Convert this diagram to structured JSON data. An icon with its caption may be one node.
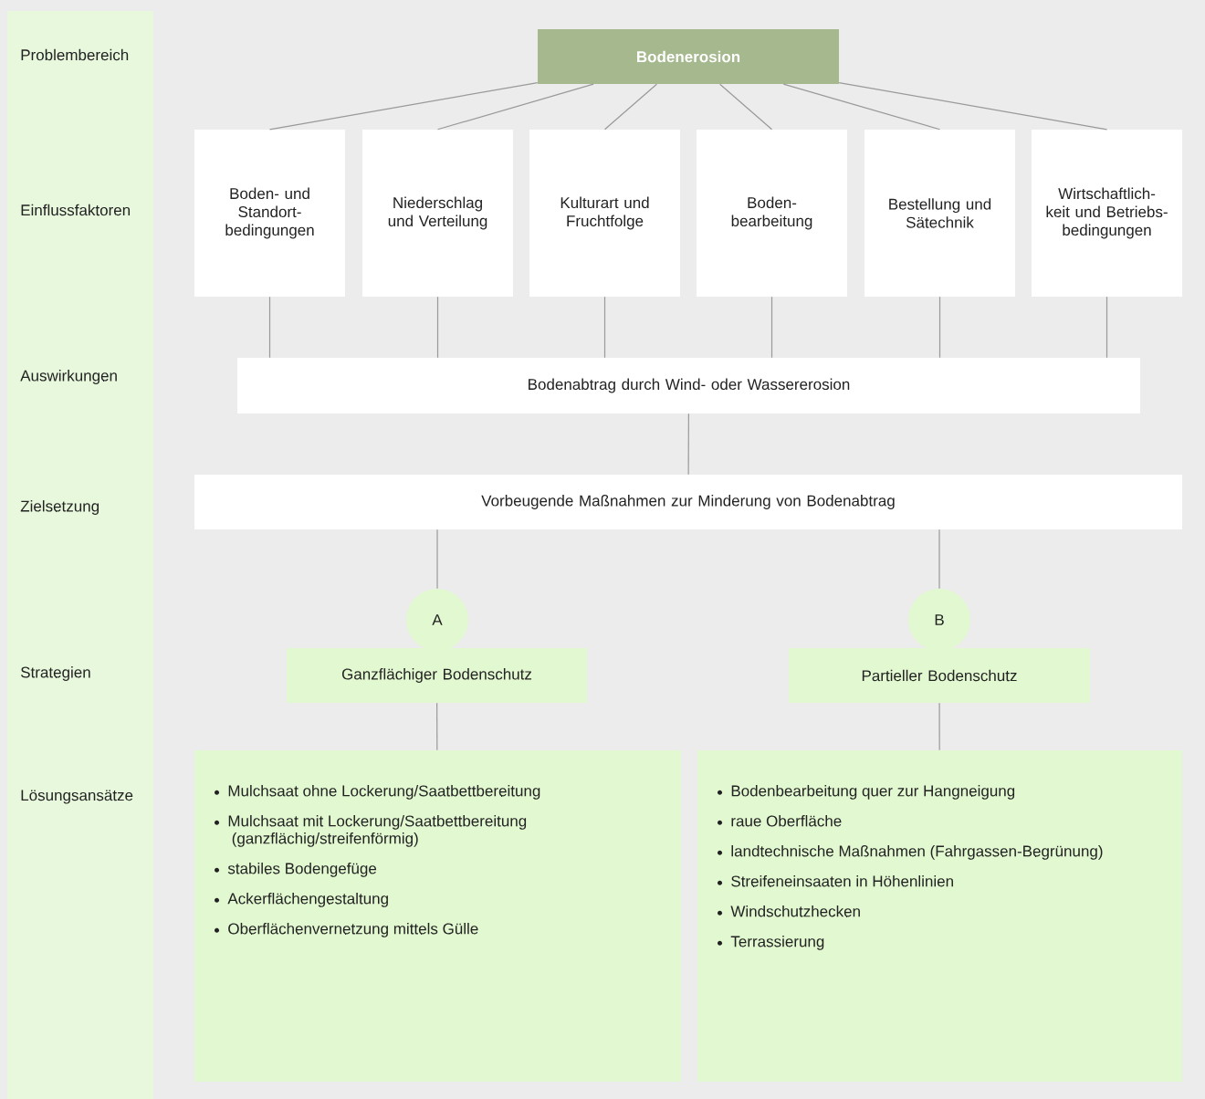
{
  "diagram": {
    "nodes": [
      {
        "text": [
          "Problembereich",
          "Einflussfaktoren",
          "Auswirkungen",
          "Zielsetzung",
          "Strategien",
          "Lösungsansätze"
        ]
      },
      {
        "text": [
          "Bodenerosion"
        ]
      },
      {
        "text": [
          "Boden- und Standort- bedingungen"
        ]
      },
      {
        "text": [
          "Niederschlag und Verteilung"
        ]
      },
      {
        "text": [
          "Kulturart und Fruchtfolge"
        ]
      },
      {
        "text": [
          "Boden- bearbeitung"
        ]
      },
      {
        "text": [
          "Bestellung und Sätechnik"
        ]
      },
      {
        "text": [
          "Wirtschaftlich- keit und Betriebs- bedingungen"
        ]
      },
      {
        "text": [
          "Bodenabtrag durch Wind- oder Wassererosion"
        ]
      },
      {
        "text": [
          "Vorbeugende Maßnahmen zur Minderung von Bodenabtrag"
        ]
      },
      {
        "text": [
          "A"
        ]
      },
      {
        "text": [
          "Ganzflächiger Bodenschutz"
        ]
      },
      {
        "text": [
          "B"
        ]
      },
      {
        "text": [
          "Partieller Bodenschutz"
        ]
      },
      {
        "text": [
          "Mulchsaat ohne Lockerung/Saatbettbereitung",
          "Mulchsaat mit Lockerung/Saatbettbereitung (ganzflächig/streifenförmig)",
          "stabiles Bodengefüge",
          "Ackerflächengestaltung",
          "Oberflächenvernetzung mittels Gülle"
        ]
      },
      {
        "text": [
          "Bodenbearbeitung quer zur Hangneigung",
          "raue Oberfläche",
          "landtechnische Maßnahmen (Fahrgassen-Begrünung)",
          "Streifeneinsaaten in Höhenlinien",
          "Windschutzhecken",
          "Terrassierung"
        ]
      }
    ],
    "edges": [
      {
        "from": 1,
        "to": 2,
        "arrow": "none"
      },
      {
        "from": 1,
        "to": 3,
        "arrow": "none"
      },
      {
        "from": 1,
        "to": 4,
        "arrow": "none"
      },
      {
        "from": 1,
        "to": 5,
        "arrow": "none"
      },
      {
        "from": 1,
        "to": 6,
        "arrow": "none"
      },
      {
        "from": 1,
        "to": 7,
        "arrow": "none"
      },
      {
        "from": 2,
        "to": 8,
        "arrow": "none"
      },
      {
        "from": 3,
        "to": 8,
        "arrow": "none"
      },
      {
        "from": 4,
        "to": 8,
        "arrow": "none"
      },
      {
        "from": 5,
        "to": 8,
        "arrow": "none"
      },
      {
        "from": 6,
        "to": 8,
        "arrow": "none"
      },
      {
        "from": 7,
        "to": 8,
        "arrow": "none"
      },
      {
        "from": 8,
        "to": 9,
        "arrow": "none"
      },
      {
        "from": 9,
        "to": 10,
        "arrow": "none"
      },
      {
        "from": 9,
        "to": 12,
        "arrow": "none"
      },
      {
        "from": 11,
        "to": 14,
        "arrow": "none"
      },
      {
        "from": 13,
        "to": 15,
        "arrow": "none"
      }
    ]
  }
}
